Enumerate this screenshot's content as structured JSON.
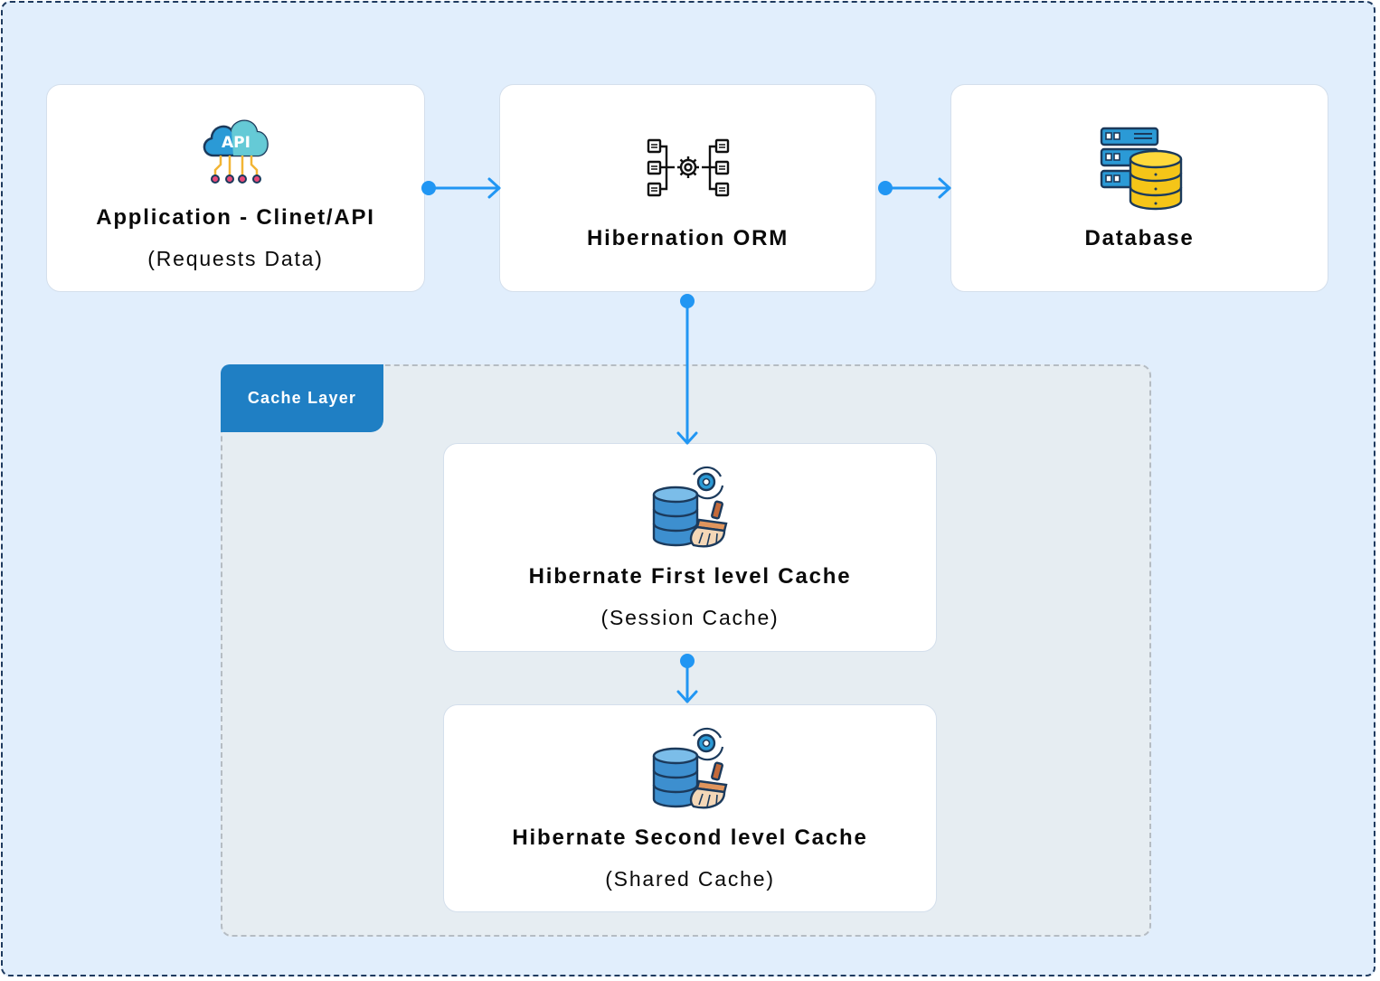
{
  "nodes": {
    "application": {
      "title": "Application - Clinet/API",
      "subtitle": "(Requests Data)",
      "icon": "cloud-api-icon",
      "icon_label": "API"
    },
    "orm": {
      "title": "Hibernation ORM",
      "icon": "orm-mapping-gear-icon"
    },
    "database": {
      "title": "Database",
      "icon": "server-database-icon"
    },
    "first_cache": {
      "title": "Hibernate First level Cache",
      "subtitle": "(Session Cache)",
      "icon": "database-cleanup-icon"
    },
    "second_cache": {
      "title": "Hibernate Second level Cache",
      "subtitle": "(Shared Cache)",
      "icon": "database-cleanup-icon"
    }
  },
  "groups": {
    "cache_layer": {
      "label": "Cache Layer"
    }
  },
  "edges": [
    {
      "from": "application",
      "to": "orm"
    },
    {
      "from": "orm",
      "to": "database"
    },
    {
      "from": "orm",
      "to": "first_cache"
    },
    {
      "from": "first_cache",
      "to": "second_cache"
    }
  ],
  "colors": {
    "background": "#e1eefc",
    "border": "#1e3a5f",
    "connector": "#2196f3",
    "cache_tab": "#1f7fc4",
    "cache_region": "#e6edf2"
  }
}
